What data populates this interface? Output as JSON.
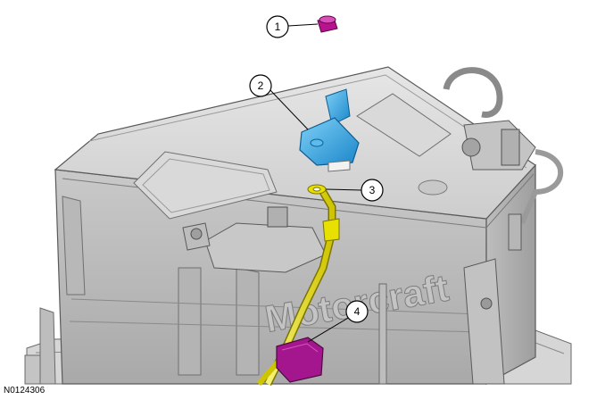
{
  "callouts": [
    {
      "number": "1",
      "part": "nut"
    },
    {
      "number": "2",
      "part": "sensor"
    },
    {
      "number": "3",
      "part": "cable-terminal"
    },
    {
      "number": "4",
      "part": "clip"
    }
  ],
  "figure_code": "N0124306",
  "embossed_text": "Motorcraft",
  "colors": {
    "battery_body": "#cfcfcf",
    "battery_outline": "#5a5a5a",
    "nut": "#b8138e",
    "sensor": "#2ea4e6",
    "cable": "#e8e000",
    "clip": "#a4168e"
  }
}
